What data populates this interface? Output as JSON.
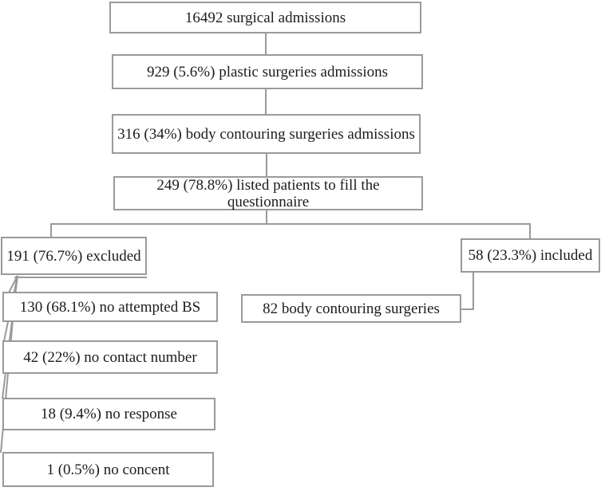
{
  "flowchart": {
    "colors": {
      "border": "#9a9a9a",
      "text": "#1c1c1c",
      "background": "#ffffff"
    },
    "nodes": [
      {
        "id": "surgical-admissions",
        "label": "16492 surgical admissions"
      },
      {
        "id": "plastic-surgeries",
        "label": "929 (5.6%) plastic surgeries admissions"
      },
      {
        "id": "body-contouring-admissions",
        "label": "316 (34%) body contouring surgeries admissions"
      },
      {
        "id": "listed-patients",
        "label": "249 (78.8%) listed patients to fill the questionnaire"
      },
      {
        "id": "excluded",
        "label": "191 (76.7%) excluded"
      },
      {
        "id": "included",
        "label": "58 (23.3%) included"
      },
      {
        "id": "no-attempted-bs",
        "label": "130 (68.1%) no attempted BS"
      },
      {
        "id": "body-contouring-surgeries",
        "label": "82 body contouring surgeries"
      },
      {
        "id": "no-contact-number",
        "label": "42 (22%) no contact number"
      },
      {
        "id": "no-response",
        "label": "18 (9.4%) no response"
      },
      {
        "id": "no-concent",
        "label": "1 (0.5%) no concent"
      }
    ],
    "edges": [
      {
        "from": "surgical-admissions",
        "to": "plastic-surgeries"
      },
      {
        "from": "plastic-surgeries",
        "to": "body-contouring-admissions"
      },
      {
        "from": "body-contouring-admissions",
        "to": "listed-patients"
      },
      {
        "from": "listed-patients",
        "to": "excluded"
      },
      {
        "from": "listed-patients",
        "to": "included"
      },
      {
        "from": "included",
        "to": "body-contouring-surgeries"
      },
      {
        "from": "excluded",
        "to": "no-attempted-bs"
      },
      {
        "from": "excluded",
        "to": "no-contact-number"
      },
      {
        "from": "excluded",
        "to": "no-response"
      },
      {
        "from": "excluded",
        "to": "no-concent"
      }
    ]
  }
}
